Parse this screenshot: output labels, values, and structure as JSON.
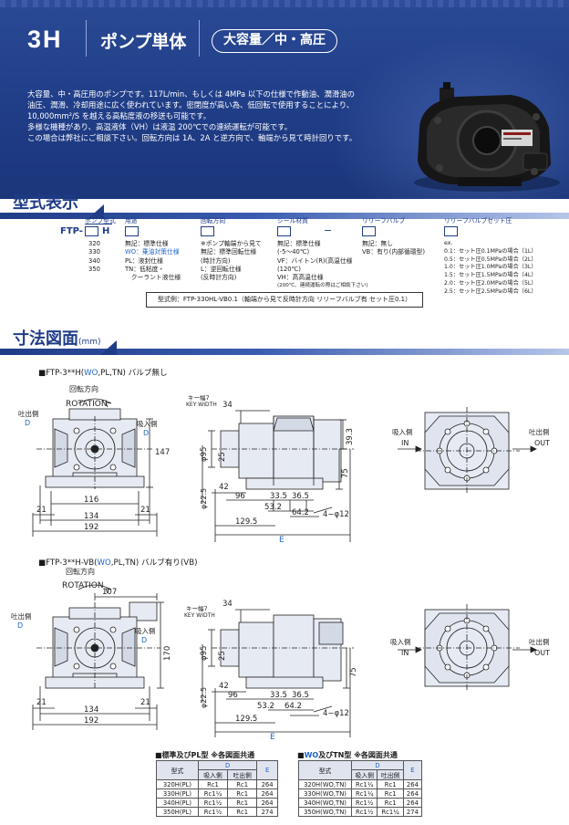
{
  "header": {
    "series": "3H",
    "title": "ポンプ単体",
    "tag": "大容量／中・高圧",
    "intro": [
      "大容量、中・高圧用のポンプです。117L/min、もしくは 4MPa 以下の仕様で作動油、潤滑油の",
      "油圧、潤滑、冷却用途に広く使われています。密閉度が高い為、低回転で使用することにより、",
      "10,000mm²/S を越える高粘度液の移送も可能です。",
      "多様な機種があり、高温液体（VH）は液温 200℃での連続運転が可能です。",
      "この場合は弊社にご相談下さい。回転方向は 1A、2A と逆方向で、軸端から見て時計回りです。"
    ]
  },
  "model_section": {
    "heading": "型式表示"
  },
  "model_code": {
    "prefix": "FTP-",
    "suffix": "H",
    "dash": "−",
    "columns": [
      {
        "header": "ポンプ型式",
        "lines": [
          "320",
          "330",
          "340",
          "350"
        ]
      },
      {
        "header": "用途",
        "lines": [
          "無記：標準仕様",
          "WO：乗油対策仕様",
          "PL：液封仕様",
          "TN：低粘度・",
          "　クーラント液仕様"
        ]
      },
      {
        "header": "回転方向",
        "lines": [
          "※ポンプ軸端から見て",
          "無記：標準回転仕様",
          "(時計方向)",
          "L：逆回転仕様",
          "(反時計方向)"
        ]
      },
      {
        "header": "シール材質",
        "lines": [
          "無記：標準仕様",
          "(-5〜40℃)",
          "VF：バイトン(R)(高温仕様",
          "(120℃)",
          "VH：高高温仕様",
          "(200℃、連続運転の際はご相談下さい)"
        ]
      },
      {
        "header": "リリーフバルブ",
        "lines": [
          "無記：無し",
          "VB：有り(内部循環型)"
        ]
      },
      {
        "header": "リリーフバルブセット圧",
        "lines": [
          "ex.",
          "0.1：セット圧0.1MPaの場合（1L）",
          "0.5：セット圧0.5MPaの場合（2L）",
          "1.0：セット圧1.0MPaの場合（3L）",
          "1.5：セット圧1.5MPaの場合（4L）",
          "2.0：セット圧2.0MPaの場合（5L）",
          "2.5：セット圧2.5MPaの場合（6L）"
        ]
      }
    ],
    "example": "型式例：FTP-330HL-VB0.1（軸端から見て反時計方向 リリーフバルブ有 セット圧0.1）"
  },
  "dims_section": {
    "heading": "寸法図面",
    "unit": "(mm)"
  },
  "drawing1": {
    "caption_prefix": "■FTP-3**H(",
    "caption_wo": "WO",
    "caption_mid": ",PL,TN",
    "caption_suffix": ") バルブ無し",
    "rotation_ja": "回転方向",
    "rotation_en": "ROTATION",
    "discharge": "吐出側",
    "suction": "吸入側",
    "d": "D",
    "key": "キー幅7",
    "keywidth": "KEY WIDTH",
    "in_ja": "吸入側",
    "in_en": "IN",
    "out_ja": "吐出側",
    "out_en": "OUT",
    "e": "E",
    "dims": {
      "h147": "147",
      "h75": "75",
      "h393": "39.3",
      "h34": "34",
      "phi95": "φ95",
      "h25": "25",
      "phi22": "φ22.5",
      "w116": "116",
      "w134": "134",
      "w192": "192",
      "w21a": "21",
      "w21b": "21",
      "w42": "42",
      "w96": "96",
      "w335": "33.5",
      "w365": "36.5",
      "w532": "53.2",
      "w642": "64.2",
      "w1295": "129.5",
      "hole": "4−φ12"
    }
  },
  "drawing2": {
    "caption_prefix": "■FTP-3**H-VB(",
    "caption_wo": "WO",
    "caption_mid": ",PL,TN",
    "caption_suffix": ") バルブ有り(VB)",
    "rotation_ja": "回転方向",
    "rotation_en": "ROTATION",
    "discharge": "吐出側",
    "suction": "吸入側",
    "d": "D",
    "key": "キー幅7",
    "keywidth": "KEY WIDTH",
    "in_ja": "吸入側",
    "in_en": "IN",
    "out_ja": "吐出側",
    "out_en": "OUT",
    "e": "E",
    "dims": {
      "w107": "107",
      "h170": "170",
      "h75": "75",
      "h34": "34",
      "phi95": "φ95",
      "h25": "25",
      "phi22": "φ22.5",
      "w134": "134",
      "w192": "192",
      "w21a": "21",
      "w21b": "21",
      "w42": "42",
      "w96": "96",
      "w335": "33.5",
      "w365": "36.5",
      "w532": "53.2",
      "w642": "64.2",
      "w1295": "129.5",
      "hole": "4−φ12"
    }
  },
  "table1": {
    "caption": "■標準及びPL型 ※各図面共通",
    "head_model": "型式",
    "head_d": "D",
    "head_e": "E",
    "head_in": "吸入側",
    "head_out": "吐出側",
    "rows": [
      [
        "320H(PL)",
        "Rc1",
        "Rc1",
        "264"
      ],
      [
        "330H(PL)",
        "Rc1¼",
        "Rc1",
        "264"
      ],
      [
        "340H(PL)",
        "Rc1½",
        "Rc1",
        "264"
      ],
      [
        "350H(PL)",
        "Rc1½",
        "Rc1",
        "274"
      ]
    ]
  },
  "table2": {
    "caption_pre": "■",
    "caption_wo": "WO",
    "caption_post": "及びTN型 ※各図面共通",
    "head_model": "型式",
    "head_d": "D",
    "head_e": "E",
    "head_in": "吸入側",
    "head_out": "吐出側",
    "rows": [
      [
        "320H(WO,TN)",
        "Rc1¼",
        "Rc1",
        "264"
      ],
      [
        "330H(WO,TN)",
        "Rc1¼",
        "Rc1",
        "264"
      ],
      [
        "340H(WO,TN)",
        "Rc1½",
        "Rc1",
        "264"
      ],
      [
        "350H(WO,TN)",
        "Rc1½",
        "Rc1¼",
        "274"
      ]
    ]
  }
}
